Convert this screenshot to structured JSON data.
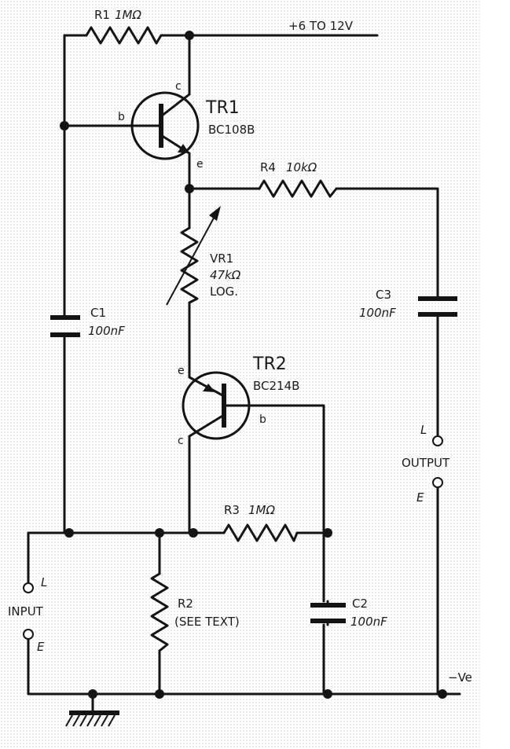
{
  "supply_label": "+6 TO 12V",
  "neg_label": "−Ve",
  "components": {
    "r1": {
      "ref": "R1",
      "value": "1MΩ"
    },
    "r2": {
      "ref": "R2",
      "value": "(SEE TEXT)"
    },
    "r3": {
      "ref": "R3",
      "value": "1MΩ"
    },
    "r4": {
      "ref": "R4",
      "value": "10kΩ"
    },
    "vr1": {
      "ref": "VR1",
      "value": "47kΩ",
      "taper": "LOG."
    },
    "c1": {
      "ref": "C1",
      "value": "100nF"
    },
    "c2": {
      "ref": "C2",
      "value": "100nF"
    },
    "c3": {
      "ref": "C3",
      "value": "100nF"
    },
    "tr1": {
      "ref": "TR1",
      "type": "BC108B",
      "pins": {
        "b": "b",
        "c": "c",
        "e": "e"
      }
    },
    "tr2": {
      "ref": "TR2",
      "type": "BC214B",
      "pins": {
        "b": "b",
        "c": "c",
        "e": "e"
      }
    }
  },
  "input": {
    "label": "INPUT",
    "live": "L",
    "earth": "E"
  },
  "output": {
    "label": "OUTPUT",
    "live": "L",
    "earth": "E"
  },
  "colors": {
    "ink": "#141414",
    "paper": "#ffffff"
  }
}
